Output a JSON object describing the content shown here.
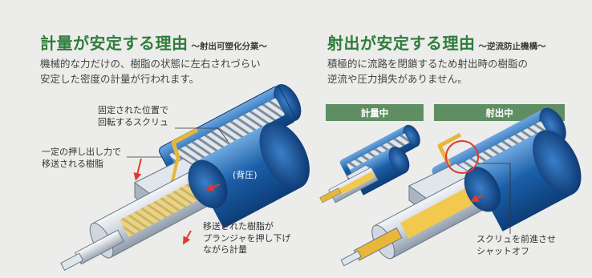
{
  "left_panel": {
    "title": "計量が安定する理由",
    "subtitle": "～射出可塑化分業～",
    "description": "機械的な力だけの、樹脂の状態に左右されづらい\n安定した密度の計量が行われます。",
    "callouts": {
      "fixed_screw": "固定された位置で\n回転するスクリュ",
      "constant_push": "一定の押し出し力で\n移送される樹脂",
      "back_pressure": "(背圧)",
      "plunger_push": "移送された樹脂が\nプランジャを押し下げ\nながら計量"
    }
  },
  "right_panel": {
    "title": "射出が安定する理由",
    "subtitle": "～逆流防止機構～",
    "description": "積極的に流路を閉鎖するため射出時の樹脂の\n逆流や圧力損失がありません。",
    "tabs": {
      "metering": "計量中",
      "injection": "射出中"
    },
    "callouts": {
      "screw_shutoff": "スクリュを前進させ\nシャットオフ"
    }
  },
  "colors": {
    "heading_green": "#2f7d3c",
    "tab_green": "#5f8e63",
    "arrow_red": "#e03a2f",
    "barrel_blue": "#1b5fa8",
    "resin_yellow": "#e8b73a"
  }
}
